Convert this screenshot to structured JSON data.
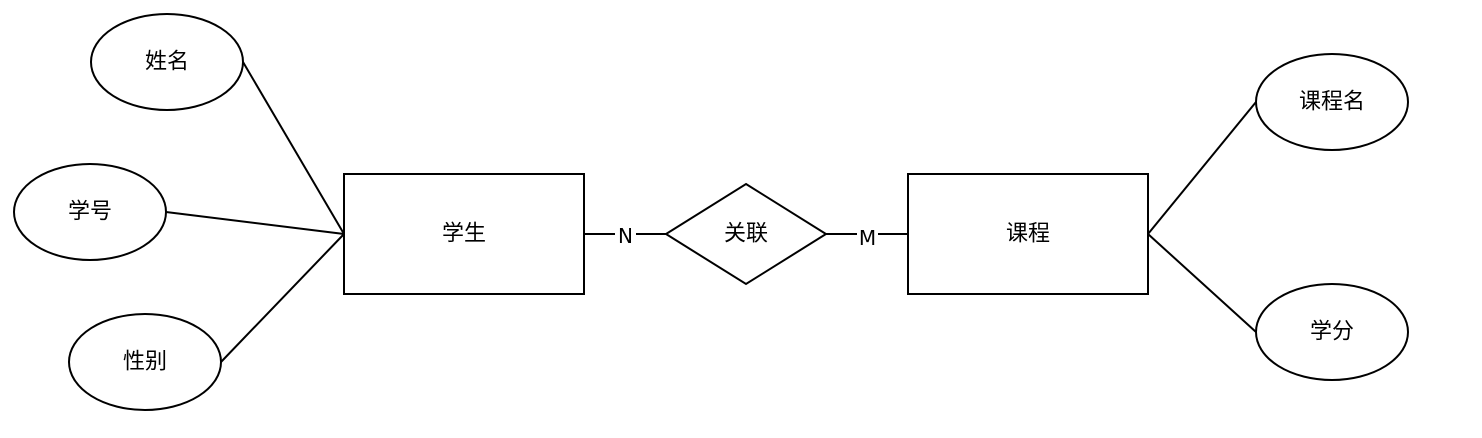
{
  "entities": {
    "student": "学生",
    "course": "课程"
  },
  "relationship": {
    "label": "关联",
    "student_cardinality": "N",
    "course_cardinality": "M"
  },
  "student_attributes": {
    "name": "姓名",
    "id": "学号",
    "gender": "性别"
  },
  "course_attributes": {
    "name": "课程名",
    "credit": "学分"
  },
  "colors": {
    "stroke": "#000000",
    "fill": "#ffffff"
  }
}
